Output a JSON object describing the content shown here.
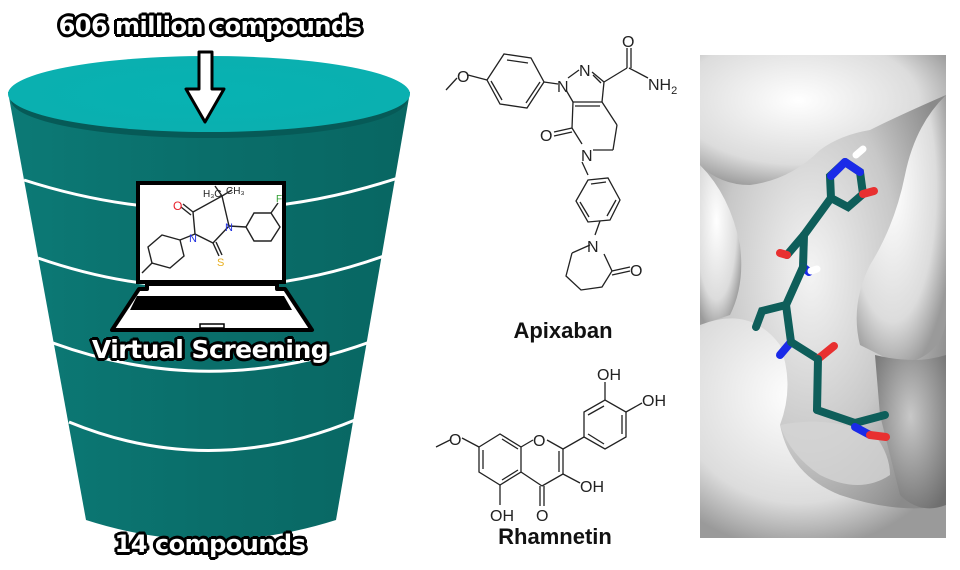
{
  "funnel": {
    "top_label": "606 million compounds",
    "middle_label": "Virtual Screening",
    "bottom_label": "14 compounds",
    "color_rim": "#0bb0b0",
    "color_body": "#0a6e6a",
    "band_count": 4
  },
  "laptop_molecule": {
    "atoms": [
      "H3C",
      "CH3",
      "O",
      "N",
      "N",
      "S",
      "F"
    ],
    "h3c": "H₃C",
    "ch3": "CH₃",
    "o": "O",
    "n1": "N",
    "n2": "N",
    "s": "S",
    "f": "F",
    "color_o": "#e8202a",
    "color_n": "#2030e0",
    "color_s": "#e8b020",
    "color_f": "#30a030"
  },
  "apixaban": {
    "name": "Apixaban",
    "o_methoxy": "O",
    "n1": "N",
    "n2": "N",
    "o_carbonyl": "O",
    "nh2": "NH",
    "nh2_sub": "2",
    "o_lactam": "O",
    "n_lactam": "N",
    "n_pip": "N",
    "o_pip": "O"
  },
  "rhamnetin": {
    "name": "Rhamnetin",
    "o_methoxy": "O",
    "o_ring": "O",
    "oh_top": "OH",
    "oh_right": "OH",
    "oh_3": "OH",
    "oh_5": "OH",
    "o_keto": "O"
  },
  "docking_panel": {
    "surface_color": "#e6e6e6",
    "ligand_carbon": "#0e5e5a",
    "ligand_nitrogen": "#1a2ae8",
    "ligand_oxygen": "#e83030",
    "ligand_hydrogen": "#ffffff"
  }
}
